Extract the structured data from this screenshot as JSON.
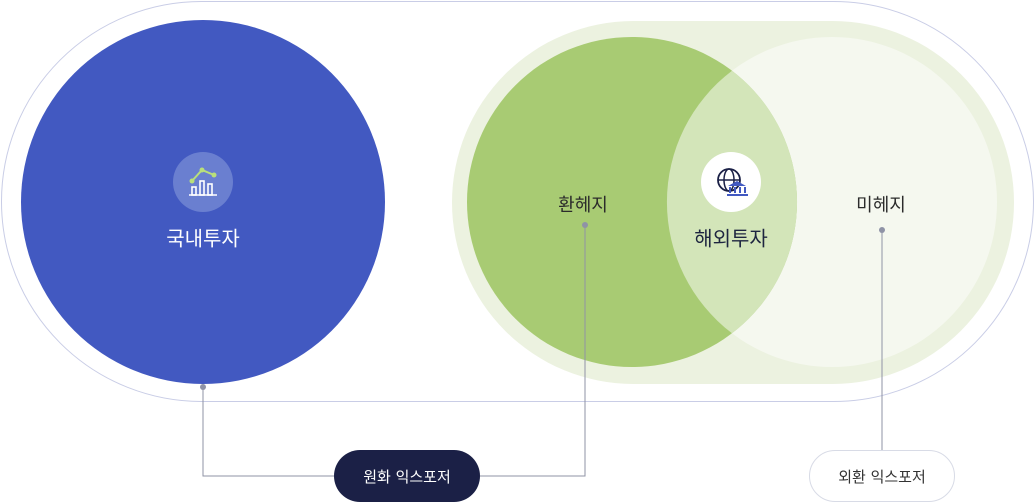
{
  "circles": {
    "domestic": {
      "label": "국내투자",
      "icon": "bar-chart-trend-icon",
      "color": "#4259c1"
    },
    "fx_hedged": {
      "label": "환헤지",
      "color": "#a8cb73"
    },
    "overseas": {
      "label": "해외투자",
      "icon": "globe-bank-icon"
    },
    "unhedged": {
      "label": "미헤지"
    }
  },
  "pills": {
    "krw_exposure": {
      "label": "원화 익스포저",
      "color": "#1b2046"
    },
    "fx_exposure": {
      "label": "외환 익스포저"
    }
  }
}
